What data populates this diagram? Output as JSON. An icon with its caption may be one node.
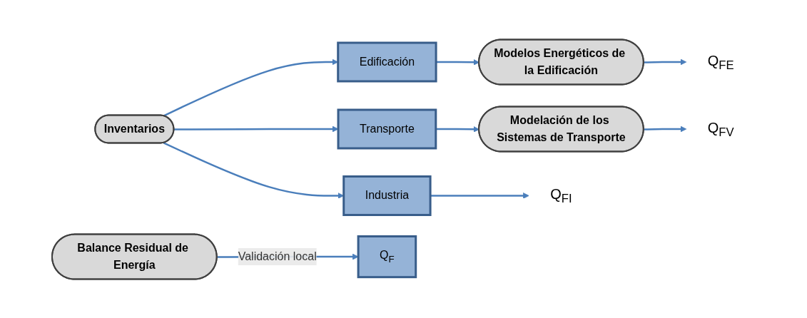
{
  "diagram": {
    "nodes": [
      {
        "text": [
          "Inventarios"
        ]
      },
      {
        "text": [
          "Edificación"
        ]
      },
      {
        "text": [
          "Industria"
        ]
      },
      {
        "text": [
          "Transporte"
        ]
      },
      {
        "text": [
          "Modelos Energéticos de la Edificación"
        ]
      },
      {
        "text": [
          "Modelación de los Sistemas de Transporte"
        ]
      },
      {
        "text": [
          "Q$_{FE}$"
        ]
      },
      {
        "text": [
          "Q$_{FI}$"
        ]
      },
      {
        "text": [
          "Q$_{FV}$"
        ]
      },
      {
        "text": [
          "Balance Residual de Energía"
        ]
      },
      {
        "text": [
          "Q$_{F}$"
        ]
      }
    ],
    "edges": [
      {
        "from": 0,
        "to": 1,
        "arrow": "to"
      },
      {
        "from": 0,
        "to": 2,
        "arrow": "to"
      },
      {
        "from": 0,
        "to": 3,
        "arrow": "to"
      },
      {
        "from": 1,
        "to": 4,
        "arrow": "to"
      },
      {
        "from": 4,
        "to": 6,
        "arrow": "to"
      },
      {
        "from": 2,
        "to": 7,
        "arrow": "to"
      },
      {
        "from": 3,
        "to": 5,
        "arrow": "to"
      },
      {
        "from": 5,
        "to": 8,
        "arrow": "to"
      },
      {
        "from": 9,
        "to": 10,
        "arrow": "to",
        "label": "Validación local"
      }
    ]
  }
}
